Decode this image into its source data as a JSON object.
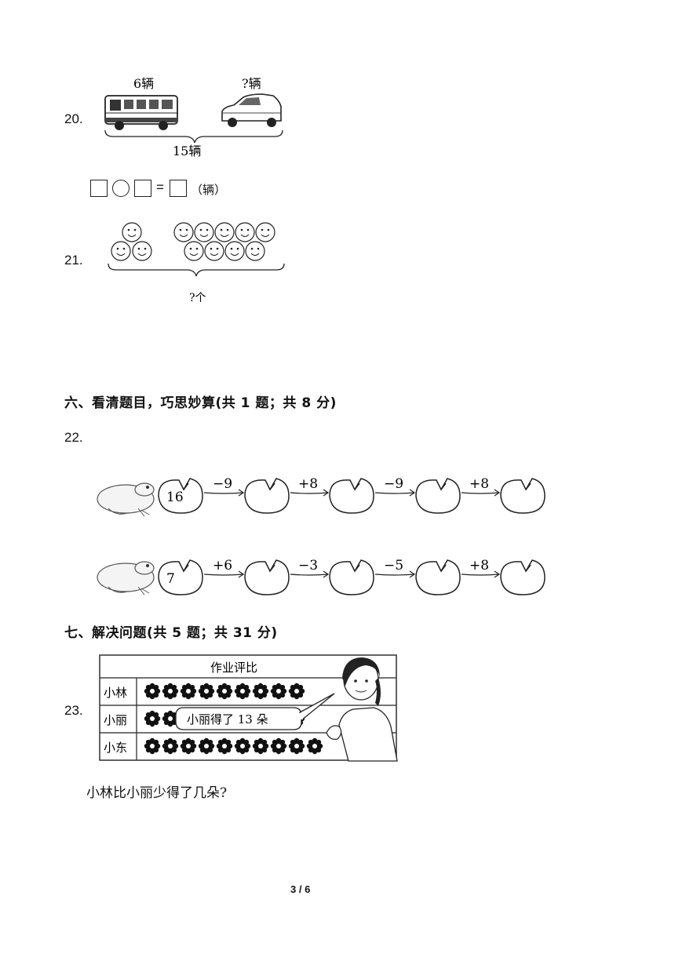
{
  "q20": {
    "number": "20.",
    "bus_label": "6辆",
    "car_label": "?辆",
    "total_label": "15辆",
    "equals": "=",
    "unit": "（辆）"
  },
  "q21": {
    "number": "21.",
    "total_label": "?个"
  },
  "section6": {
    "heading": "六、看清题目，巧思妙算(共 1 题；共 8 分)"
  },
  "q22": {
    "number": "22.",
    "row1": {
      "start": "16",
      "ops": [
        "−9",
        "+8",
        "−9",
        "+8"
      ]
    },
    "row2": {
      "start": "7",
      "ops": [
        "+6",
        "−3",
        "−5",
        "+8"
      ]
    }
  },
  "section7": {
    "heading": "七、解决问题(共 5 题；共 31 分)"
  },
  "q23": {
    "number": "23.",
    "table_title": "作业评比",
    "rows": [
      "小林",
      "小丽",
      "小东"
    ],
    "speech": "小丽得了 13 朵",
    "question": "小林比小丽少得了几朵?"
  },
  "footer": {
    "page": "3 / 6"
  }
}
